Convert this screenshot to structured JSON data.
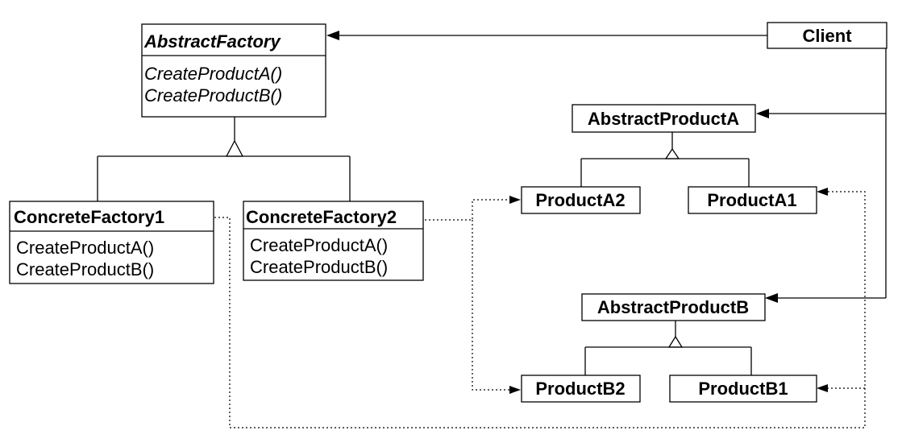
{
  "classes": {
    "abstract_factory": {
      "name": "AbstractFactory",
      "operations": [
        "CreateProductA()",
        "CreateProductB()"
      ]
    },
    "client": {
      "name": "Client"
    },
    "abstract_product_a": {
      "name": "AbstractProductA"
    },
    "product_a2": {
      "name": "ProductA2"
    },
    "product_a1": {
      "name": "ProductA1"
    },
    "concrete_factory_1": {
      "name": "ConcreteFactory1",
      "operations": [
        "CreateProductA()",
        "CreateProductB()"
      ]
    },
    "concrete_factory_2": {
      "name": "ConcreteFactory2",
      "operations": [
        "CreateProductA()",
        "CreateProductB()"
      ]
    },
    "abstract_product_b": {
      "name": "AbstractProductB"
    },
    "product_b2": {
      "name": "ProductB2"
    },
    "product_b1": {
      "name": "ProductB1"
    }
  },
  "colors": {
    "stroke": "#000000",
    "fill": "#ffffff",
    "text": "#000000"
  }
}
